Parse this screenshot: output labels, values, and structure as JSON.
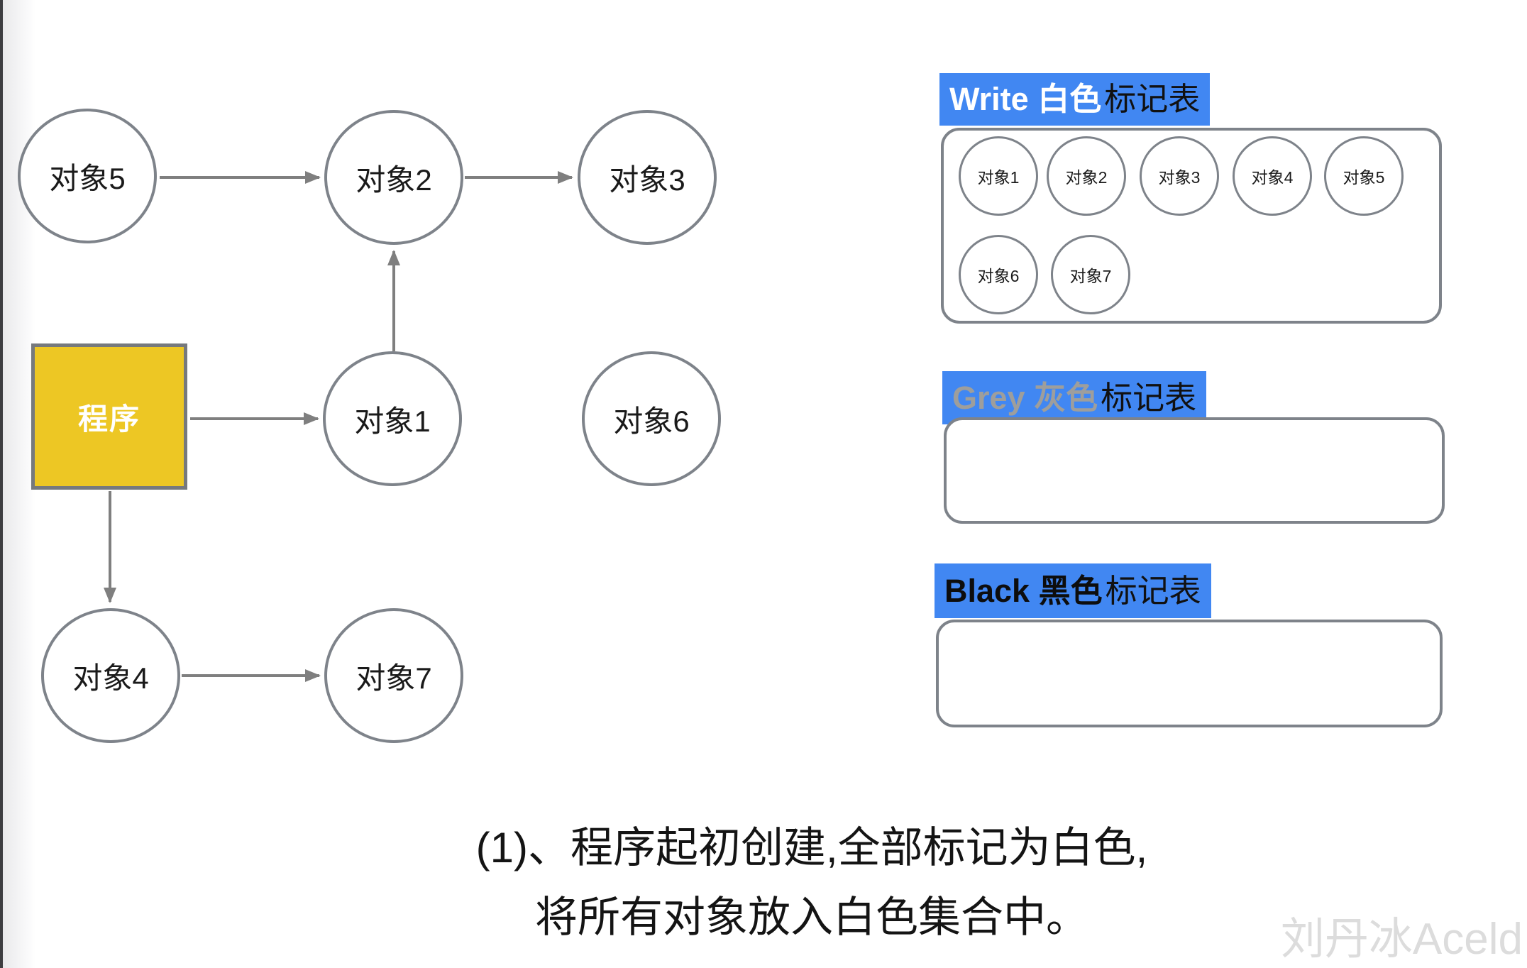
{
  "colors": {
    "accent_blue": "#4187f2",
    "program_yellow": "#edc724",
    "node_border": "#7e838a",
    "arrow_grey": "#7f7f7f",
    "grey_label": "#9e9e9c"
  },
  "graph": {
    "program": {
      "label": "程序"
    },
    "nodes": [
      {
        "id": "obj5",
        "label": "对象5"
      },
      {
        "id": "obj2",
        "label": "对象2"
      },
      {
        "id": "obj3",
        "label": "对象3"
      },
      {
        "id": "obj1",
        "label": "对象1"
      },
      {
        "id": "obj6",
        "label": "对象6"
      },
      {
        "id": "obj4",
        "label": "对象4"
      },
      {
        "id": "obj7",
        "label": "对象7"
      }
    ],
    "edges": [
      {
        "from": "对象5",
        "to": "对象2"
      },
      {
        "from": "对象2",
        "to": "对象3"
      },
      {
        "from": "对象1",
        "to": "对象2"
      },
      {
        "from": "程序",
        "to": "对象1"
      },
      {
        "from": "程序",
        "to": "对象4"
      },
      {
        "from": "对象4",
        "to": "对象7"
      }
    ]
  },
  "tables": [
    {
      "name": "white",
      "title_colored": "Write 白色",
      "title_rest": "标记表",
      "items": [
        "对象1",
        "对象2",
        "对象3",
        "对象4",
        "对象5",
        "对象6",
        "对象7"
      ]
    },
    {
      "name": "grey",
      "title_colored": "Grey 灰色",
      "title_rest": "标记表",
      "items": []
    },
    {
      "name": "black",
      "title_colored": "Black 黑色",
      "title_rest": "标记表",
      "items": []
    }
  ],
  "caption": {
    "line1": "(1)、程序起初创建,全部标记为白色,",
    "line2": "将所有对象放入白色集合中。"
  },
  "watermark": "刘丹冰Aceld"
}
